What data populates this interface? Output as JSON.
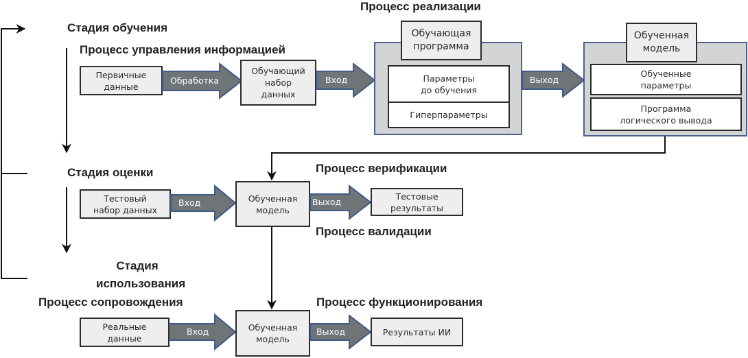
{
  "colors": {
    "arrow_fill": "#6f7477",
    "arrow_stroke": "#3d5a8a",
    "box_fill": "#eeeeee",
    "container_fill": "#d3d4d5",
    "container_border": "#4a5f8e",
    "line": "#111111"
  },
  "stages": {
    "training": "Стадия обучения",
    "evaluation": "Стадия оценки",
    "usage": "Стадия\nиспользования"
  },
  "processes": {
    "info_management": "Процесс управления информацией",
    "implementation": "Процесс реализации",
    "verification": "Процесс верификации",
    "validation": "Процесс валидации",
    "maintenance": "Процесс сопровождения",
    "operation": "Процесс функционирования"
  },
  "training_row": {
    "raw_data": "Первичные\nданные",
    "processing_arrow": "Обработка",
    "training_dataset": "Обучающий\nнабор\nданных",
    "input_arrow": "Вход",
    "training_program": {
      "title": "Обучающая\nпрограмма",
      "params_before": "Параметры\nдо обучения",
      "hyperparams": "Гиперпараметры"
    },
    "output_arrow": "Выход",
    "trained_model": {
      "title": "Обученная\nмодель",
      "trained_params": "Обученные\nпараметры",
      "inference_program": "Программа\nлогического вывода"
    }
  },
  "evaluation_row": {
    "test_dataset": "Тестовый\nнабор данных",
    "input_arrow": "Вход",
    "model": "Обученная\nмодель",
    "output_arrow": "Выход",
    "test_results": "Тестовые\nрезультаты"
  },
  "usage_row": {
    "real_data": "Реальные\nданные",
    "input_arrow": "Вход",
    "model": "Обученная\nмодель",
    "output_arrow": "Выход",
    "ai_results": "Результаты ИИ"
  }
}
